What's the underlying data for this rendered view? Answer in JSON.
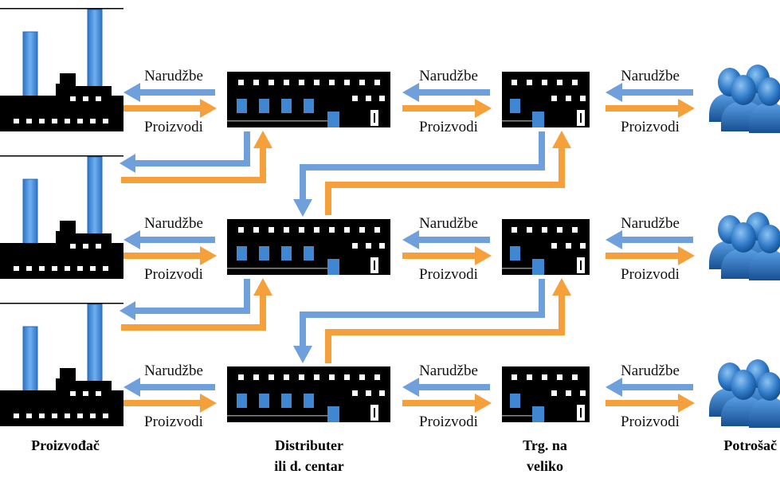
{
  "labels": {
    "orders": "Narudžbe",
    "products": "Proizvodi"
  },
  "columns": [
    {
      "line1": "Proizvođač",
      "line2": ""
    },
    {
      "line1": "Distributer",
      "line2": "ili d. centar"
    },
    {
      "line1": "Trg. na",
      "line2": "veliko"
    },
    {
      "line1": "Potrošač",
      "line2": ""
    }
  ],
  "colors": {
    "orders": "#6fa0dc",
    "products": "#f5a03a",
    "building": "#000000",
    "accent": "#3f86d3",
    "smokestack": "#4a8fd8"
  },
  "icons": [
    "factory-icon",
    "warehouse-icon",
    "store-icon",
    "consumer-icon"
  ]
}
